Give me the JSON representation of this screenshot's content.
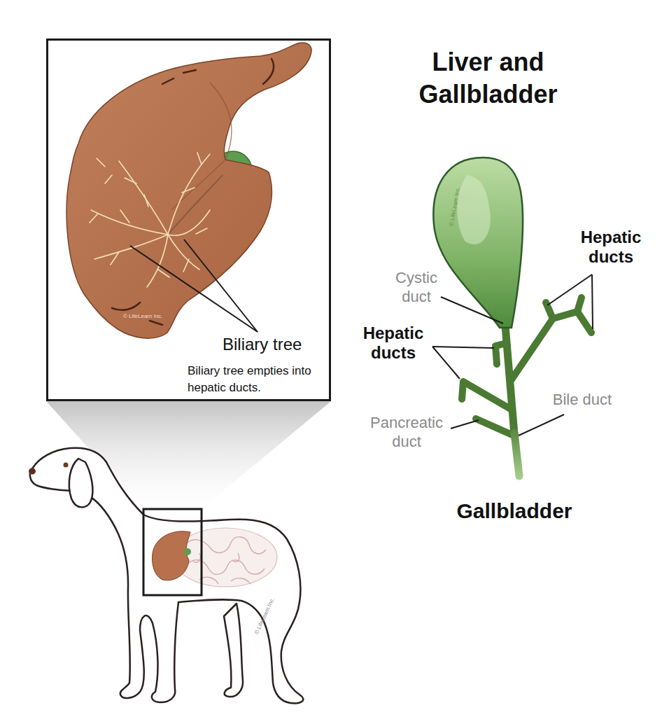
{
  "diagram": {
    "title": "Liver and Gallbladder",
    "caption": "Gallbladder",
    "nodes": [
      {
        "text": [
          "Biliary tree",
          "Biliary tree empties into hepatic ducts."
        ]
      }
    ],
    "labels": [
      "© LifeLearn Inc.",
      "Hepatic ducts",
      "Cystic duct",
      "Hepatic ducts",
      "Pancreatic duct",
      "Bile duct",
      "© LifeLearn Inc.",
      "© LifeLearn Inc."
    ]
  }
}
